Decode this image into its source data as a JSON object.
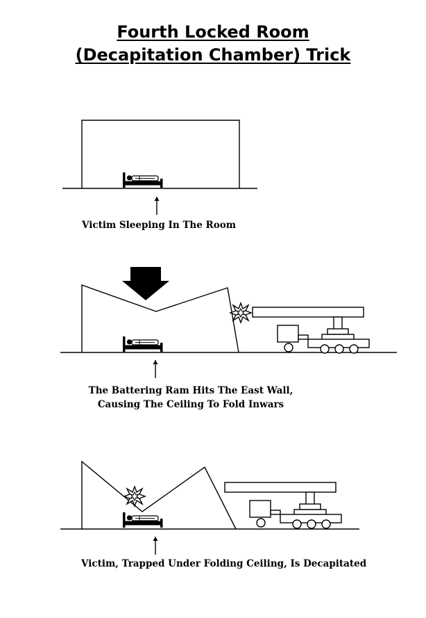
{
  "title": {
    "line1": "Fourth Locked Room",
    "line2": "(Decapitation Chamber) Trick"
  },
  "panels": [
    {
      "caption_lines": [
        "Victim Sleeping In The Room"
      ]
    },
    {
      "caption_lines": [
        "The Battering Ram Hits The East Wall,",
        "Causing The Ceiling To Fold Inwars"
      ]
    },
    {
      "caption_lines": [
        "Victim, Trapped Under Folding Ceiling, Is Decapitated"
      ]
    }
  ],
  "colors": {
    "ink": "#000000",
    "paper": "#ffffff"
  },
  "icons": [
    "down-arrow-icon",
    "impact-burst-icon",
    "up-arrow-icon",
    "bed-icon",
    "victim-icon",
    "battering-ram-truck-icon"
  ]
}
